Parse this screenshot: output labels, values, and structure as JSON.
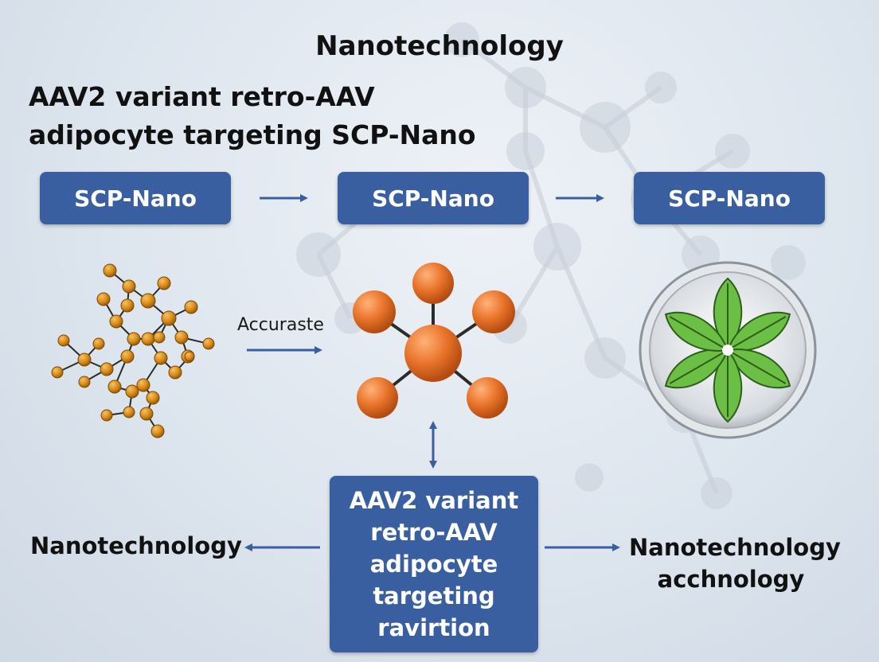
{
  "heading": "Nanotechnology",
  "subtitle_lines": [
    "AAV2 variant retro-AAV",
    "adipocyte targeting SCP-Nano"
  ],
  "top_boxes": [
    "SCP-Nano",
    "SCP-Nano",
    "SCP-Nano"
  ],
  "middle_arrow_label": "Accuraste",
  "center_box_lines": [
    "AAV2 variant",
    "retro-AAV",
    "adipocyte",
    "targeting",
    "ravirtion"
  ],
  "left_label": "Nanotechnology",
  "right_label_lines": [
    "Nanotechnology",
    "acchnology"
  ],
  "colors": {
    "box_fill": "#3a5fa1",
    "arrow": "#3a5fa1",
    "molecule_orange": "#e8732a",
    "network_node": "#d98c1c",
    "leaf_green": "#6cbf45"
  },
  "icons": {
    "left": "molecular-network-icon",
    "center": "orange-molecule-icon",
    "right": "leaf-petri-dish-icon"
  }
}
